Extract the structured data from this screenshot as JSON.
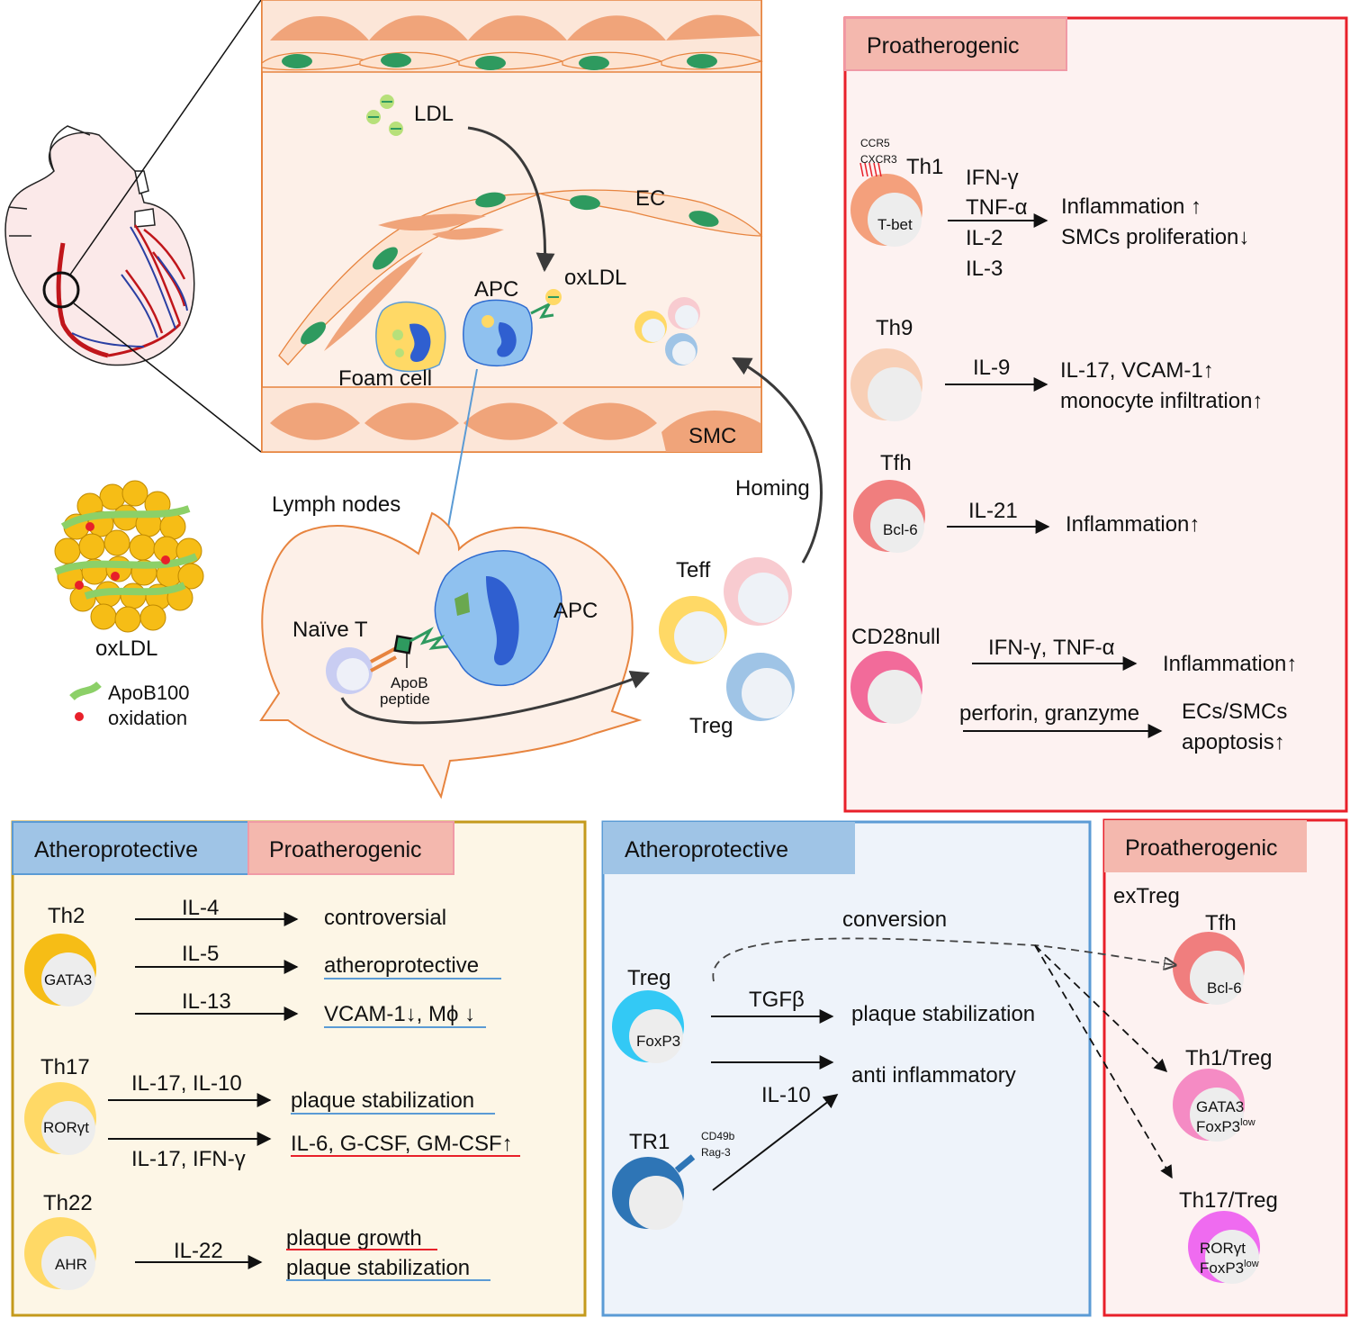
{
  "vessel": {
    "ldl": "LDL",
    "ec": "EC",
    "apc": "APC",
    "oxldl": "oxLDL",
    "foam_cell": "Foam cell",
    "smc": "SMC"
  },
  "lymph": {
    "title": "Lymph nodes",
    "naive_t": "Naïve T",
    "apob_peptide_line1": "ApoB",
    "apob_peptide_line2": "peptide",
    "apc": "APC",
    "teff": "Teff",
    "treg": "Treg",
    "homing": "Homing"
  },
  "oxldl_legend": {
    "title": "oxLDL",
    "apob100": "ApoB100",
    "oxidation": "oxidation"
  },
  "right_panel": {
    "header": "Proatherogenic",
    "th1": {
      "name": "Th1",
      "marker": "T-bet",
      "receptor1": "CCR5",
      "receptor2": "CXCR3",
      "cytokines": [
        "IFN-γ",
        "TNF-α",
        "IL-2",
        "IL-3"
      ],
      "effects": [
        "Inflammation ↑",
        "SMCs proliferation↓"
      ]
    },
    "th9": {
      "name": "Th9",
      "cytokine": "IL-9",
      "effects": [
        "IL-17, VCAM-1↑",
        "monocyte infiltration↑"
      ]
    },
    "tfh": {
      "name": "Tfh",
      "marker": "Bcl-6",
      "cytokine": "IL-21",
      "effect": "Inflammation↑"
    },
    "cd28null": {
      "name": "CD28null",
      "cytokine1": "IFN-γ, TNF-α",
      "effect1": "Inflammation↑",
      "cytokine2": "perforin, granzyme",
      "effect2_line1": "ECs/SMCs",
      "effect2_line2": "apoptosis↑"
    }
  },
  "bottom_left": {
    "header_protective": "Atheroprotective",
    "header_proatherogenic": "Proatherogenic",
    "th2": {
      "name": "Th2",
      "marker": "GATA3",
      "rows": [
        {
          "cytokine": "IL-4",
          "effect": "controversial"
        },
        {
          "cytokine": "IL-5",
          "effect": "atheroprotective"
        },
        {
          "cytokine": "IL-13",
          "effect": "VCAM-1↓, Mϕ ↓"
        }
      ]
    },
    "th17": {
      "name": "Th17",
      "marker": "RORγt",
      "cytokine1": "IL-17, IL-10",
      "effect1": "plaque stabilization",
      "cytokine2": "IL-17, IFN-γ",
      "effect2": "IL-6, G-CSF, GM-CSF↑"
    },
    "th22": {
      "name": "Th22",
      "marker": "AHR",
      "cytokine": "IL-22",
      "effect1": "plaque growth",
      "effect2": "plaque stabilization"
    }
  },
  "bottom_mid": {
    "header": "Atheroprotective",
    "conversion": "conversion",
    "treg": {
      "name": "Treg",
      "marker": "FoxP3",
      "cytokine": "TGFβ"
    },
    "tr1": {
      "name": "TR1",
      "receptor1": "CD49b",
      "receptor2": "Rag-3",
      "cytokine": "IL-10"
    },
    "effect1": "plaque stabilization",
    "effect2": "anti inflammatory"
  },
  "bottom_right": {
    "header": "Proatherogenic",
    "extreg": "exTreg",
    "tfh": {
      "name": "Tfh",
      "marker": "Bcl-6"
    },
    "th1treg": {
      "name": "Th1/Treg",
      "marker1": "GATA3",
      "marker2_base": "FoxP3",
      "marker2_sup": "low"
    },
    "th17treg": {
      "name": "Th17/Treg",
      "marker1": "RORγt",
      "marker2_base": "FoxP3",
      "marker2_sup": "low"
    }
  },
  "colors": {
    "proatherogenic_border": "#e8202a",
    "proatherogenic_header": "#f4b8ae",
    "protective_header": "#9fc4e6",
    "protective_border": "#5b9bd5",
    "bottom_left_bg": "#fdf6e6",
    "bottom_left_border": "#c49a1c",
    "vessel_orange": "#f0a47a",
    "cell_nucleus_green": "#2e9a5f"
  }
}
